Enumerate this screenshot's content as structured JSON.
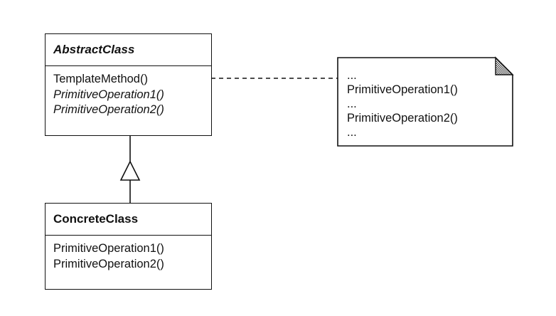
{
  "abstract_class": {
    "name": "AbstractClass",
    "operations": [
      "TemplateMethod()",
      "PrimitiveOperation1()",
      "PrimitiveOperation2()"
    ]
  },
  "concrete_class": {
    "name": "ConcreteClass",
    "operations": [
      "PrimitiveOperation1()",
      "PrimitiveOperation2()"
    ]
  },
  "note": {
    "lines": [
      "...",
      "PrimitiveOperation1()",
      "...",
      "PrimitiveOperation2()",
      "..."
    ]
  },
  "colors": {
    "stroke": "#111111",
    "background": "#ffffff"
  }
}
